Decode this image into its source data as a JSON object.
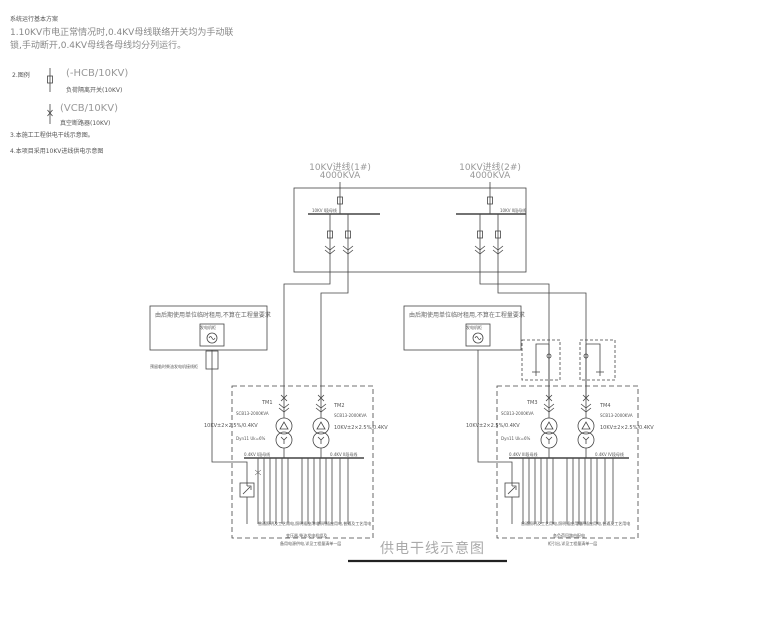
{
  "notes": {
    "heading": "系统运行基本方案",
    "line1a": "1.10KV市电正常情况时,0.4KV母线联络开关均为手动联",
    "line1b": "锁,手动断开,0.4KV母线各母线均分列运行。",
    "line2_label": "2.图例",
    "legend1_code": "(-HCB/10KV)",
    "legend1_desc": "负荷隔离开关(10KV)",
    "legend2_code": "(VCB/10KV)",
    "legend2_desc": "真空断路器(10KV)",
    "line3": "3.本施工工程供电干线示意图。",
    "line4": "4.本项目采用10KV进线供电示意图"
  },
  "feeders": [
    {
      "name": "10KV进线(1#)",
      "capacity": "4000KVA"
    },
    {
      "name": "10KV进线(2#)",
      "capacity": "4000KVA"
    }
  ],
  "substation": {
    "busbar1_label": "10KV I段母线",
    "busbar2_label": "10KV II段母线"
  },
  "gen_boxes": [
    {
      "text": "由后期使用单位临时租用,不算在工程量要求",
      "panel": "发电机柜",
      "note": "预留临时柴油发电机接线柜"
    },
    {
      "text": "由后期使用单位临时租用,不算在工程量要求",
      "panel": "发电机柜"
    }
  ],
  "units": [
    {
      "tr_left": "TM1",
      "tr_right": "TM2",
      "spec_left": "SCB13-2000KVA",
      "spec_right": "SCB13-2000KVA",
      "volt_left": "10KV±2×2.5%/0.4KV",
      "volt_right": "10KV±2×2.5%/0.4KV",
      "conn": "Dyn11 Uk=6%",
      "bus_left": "0.4KV I段母线",
      "bus_right": "0.4KV II段母线",
      "group_left": "普通照明及工艺用电,照明插座用电",
      "group_right": "照明插座用电,普通及工艺用电",
      "bottom_left": "变压器,柴油发电机组及",
      "bottom_right": "备用电源供电,详见工程量清单一层"
    },
    {
      "tr_left": "TM3",
      "tr_right": "TM4",
      "spec_left": "SCB13-2000KVA",
      "spec_right": "SCB13-2000KVA",
      "volt_left": "10KV±2×2.5%/0.4KV",
      "volt_right": "10KV±2×2.5%/0.4KV",
      "conn": "Dyn11 Uk=6%",
      "bus_left": "0.4KV III段母线",
      "bus_right": "0.4KV IV段母线",
      "group_left": "普通照明及工艺用电,照明插座用电",
      "group_right": "照明插座用电,普通及工艺用电",
      "bottom_left": "各负荷回路由配电",
      "bottom_right": "柜引出,详见工程量清单一层"
    }
  ],
  "title": "供电干线示意图"
}
